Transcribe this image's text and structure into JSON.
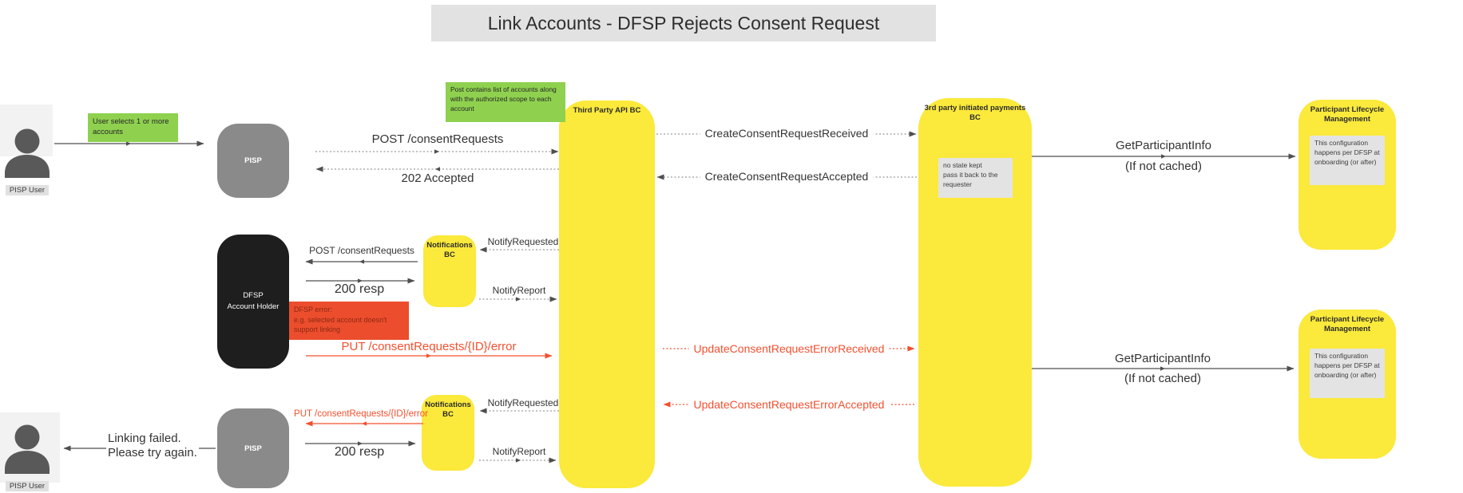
{
  "title": "Link Accounts - DFSP Rejects Consent Request",
  "colors": {
    "component_yellow": "#FBE93B",
    "note_green": "#8FD14F",
    "note_red_bg": "#EB4D2D",
    "error_red": "#F4502F",
    "actor_gray": "#8A8A8A",
    "actor_black": "#1E1E1E",
    "note_gray": "#E3E3E3",
    "title_bg": "#E2E2E2"
  },
  "actors": {
    "pisp_user_top": "PISP User",
    "pisp_user_bottom": "PISP User",
    "pisp_top": "PISP",
    "pisp_bottom": "PISP",
    "dfsp_account_holder": "DFSP\nAccount Holder"
  },
  "components": {
    "third_party_api_bc": "Third Party API BC",
    "notifications_bc_top": "Notifications\nBC",
    "notifications_bc_bottom": "Notifications\nBC",
    "third_party_payments_bc": "3rd party initiated payments\nBC",
    "participant_lifecycle_top": "Participant Lifecycle\nManagement",
    "participant_lifecycle_bottom": "Participant Lifecycle\nManagement"
  },
  "notes": {
    "user_selects": "User selects 1 or more accounts",
    "post_contains": "Post contains list of accounts along with the authorized scope to each account",
    "dfsp_error": "DFSP error:\ne.g. selected account doesn't support linking",
    "no_state": "no state kept\npass it back to the requester",
    "plm_config_top": "This configuration happens per DFSP at onboarding (or after)",
    "plm_config_bottom": "This configuration happens per DFSP at onboarding (or after)"
  },
  "messages": {
    "post_consent_top": "POST /consentRequests",
    "accepted_202": "202 Accepted",
    "create_ccr_received": "CreateConsentRequestReceived",
    "create_ccr_accepted": "CreateConsentRequestAccepted",
    "get_participant_info_top": "GetParticipantInfo",
    "if_not_cached_top": "(If not cached)",
    "post_consent_dfsp": "POST /consentRequests",
    "resp_200_top": "200 resp",
    "notify_requested_top": "NotifyRequested",
    "notify_report_top": "NotifyReport",
    "put_error_mid": "PUT /consentRequests/{ID}/error",
    "update_err_received": "UpdateConsentRequestErrorReceived",
    "update_err_accepted": "UpdateConsentRequestErrorAccepted",
    "get_participant_info_bottom": "GetParticipantInfo",
    "if_not_cached_bottom": "(If not cached)",
    "put_error_bottom": "PUT /consentRequests/{ID}/error",
    "resp_200_bottom": "200 resp",
    "notify_requested_bottom": "NotifyRequested",
    "notify_report_bottom": "NotifyReport",
    "linking_failed": "Linking failed.\nPlease try again."
  }
}
